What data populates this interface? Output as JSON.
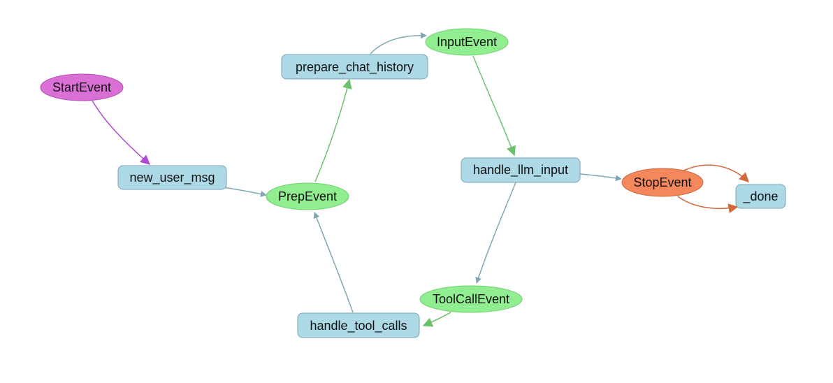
{
  "nodes": {
    "start_event": "StartEvent",
    "new_user_msg": "new_user_msg",
    "prep_event": "PrepEvent",
    "prepare_chat_history": "prepare_chat_history",
    "input_event": "InputEvent",
    "handle_llm_input": "handle_llm_input",
    "stop_event": "StopEvent",
    "done": "_done",
    "tool_call_event": "ToolCallEvent",
    "handle_tool_calls": "handle_tool_calls"
  },
  "colors": {
    "step_fill": "#add8e6",
    "step_stroke": "#7aa5b5",
    "event_fill": "#90ee90",
    "event_stroke": "#6fcf6f",
    "start_fill": "#da70d6",
    "start_stroke": "#b04fb0",
    "stop_fill": "#f4885c",
    "stop_stroke": "#cc6a40",
    "edge_blue": "#7fa6b4",
    "edge_green": "#6cc26c",
    "edge_purple": "#b04ad6",
    "edge_orange": "#d2693c"
  }
}
